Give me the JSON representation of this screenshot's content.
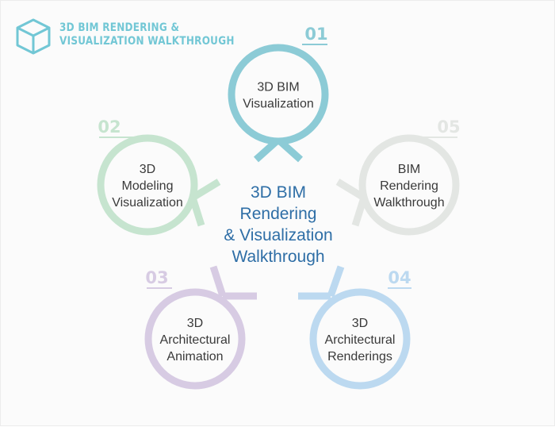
{
  "header": {
    "title_line1": "3D BIM RENDERING &",
    "title_line2": "VISUALIZATION WALKTHROUGH",
    "logo_icon": "cube-icon",
    "accent_color": "#72c7d5"
  },
  "center": {
    "lines": [
      "3D BIM",
      "Rendering",
      "& Visualization",
      "Walkthrough"
    ],
    "color": "#2e6ea6"
  },
  "nodes": [
    {
      "number": "01",
      "lines": [
        "3D BIM",
        "Visualization"
      ],
      "color": "#8ccbd6"
    },
    {
      "number": "02",
      "lines": [
        "3D",
        "Modeling",
        "Visualization"
      ],
      "color": "#c6e4cf"
    },
    {
      "number": "03",
      "lines": [
        "3D",
        "Architectural",
        "Animation"
      ],
      "color": "#d7cbe3"
    },
    {
      "number": "04",
      "lines": [
        "3D",
        "Architectural",
        "Renderings"
      ],
      "color": "#bcd9f0"
    },
    {
      "number": "05",
      "lines": [
        "BIM",
        "Rendering",
        "Walkthrough"
      ],
      "color": "#e3e6e3"
    }
  ]
}
